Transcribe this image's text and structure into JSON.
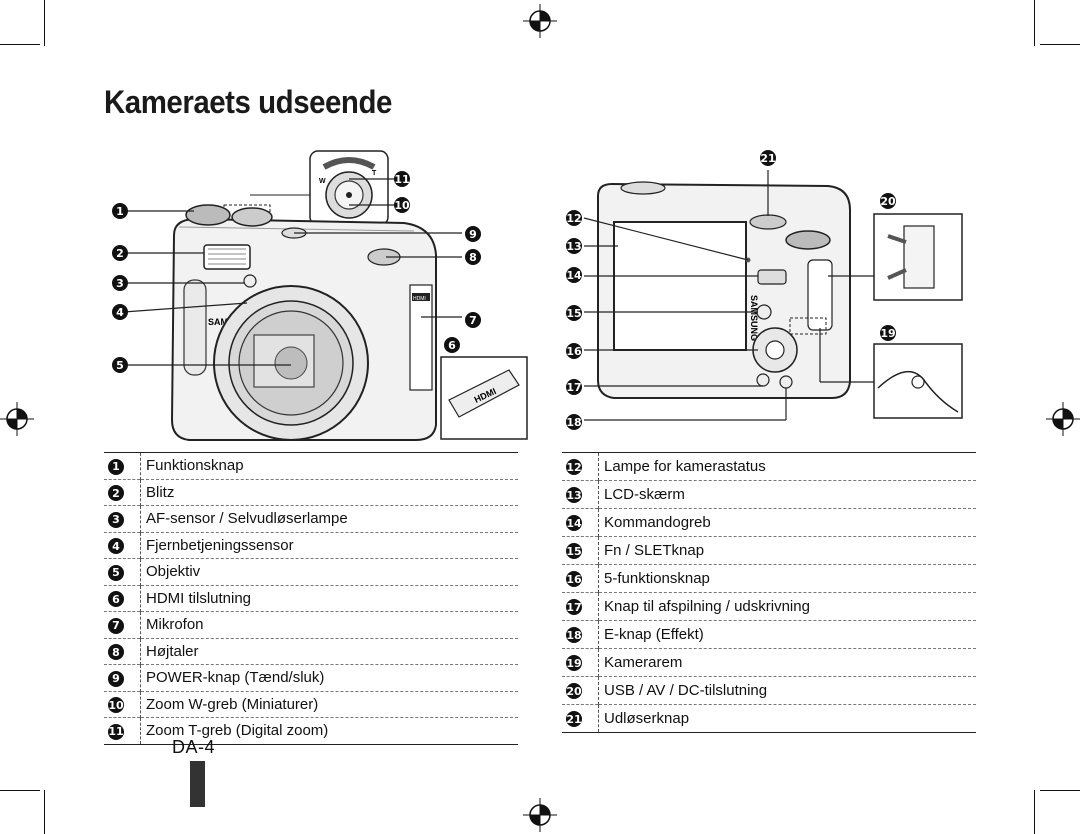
{
  "page": {
    "title": "Kameraets udseende",
    "page_number": "DA-4"
  },
  "figure_front": {
    "callouts": [
      "1",
      "2",
      "3",
      "4",
      "5",
      "6",
      "7",
      "8",
      "9",
      "10",
      "11"
    ],
    "brand_text": "SAMSUNG",
    "hdmi_text": "HDMI",
    "zoom_w": "W",
    "zoom_t": "T"
  },
  "figure_back": {
    "callouts": [
      "12",
      "13",
      "14",
      "15",
      "16",
      "17",
      "18",
      "19",
      "20",
      "21"
    ],
    "brand_text": "SAMSUNG"
  },
  "parts_left": [
    {
      "num": "1",
      "label": "Funktionsknap"
    },
    {
      "num": "2",
      "label": "Blitz"
    },
    {
      "num": "3",
      "label": "AF-sensor / Selvudløserlampe"
    },
    {
      "num": "4",
      "label": "Fjernbetjeningssensor"
    },
    {
      "num": "5",
      "label": "Objektiv"
    },
    {
      "num": "6",
      "label": "HDMI tilslutning"
    },
    {
      "num": "7",
      "label": "Mikrofon"
    },
    {
      "num": "8",
      "label": "Højtaler"
    },
    {
      "num": "9",
      "label": "POWER-knap (Tænd/sluk)"
    },
    {
      "num": "10",
      "label": "Zoom W-greb (Miniaturer)"
    },
    {
      "num": "11",
      "label": "Zoom T-greb (Digital zoom)"
    }
  ],
  "parts_right": [
    {
      "num": "12",
      "label": "Lampe for kamerastatus"
    },
    {
      "num": "13",
      "label": "LCD-skærm"
    },
    {
      "num": "14",
      "label": "Kommandogreb"
    },
    {
      "num": "15",
      "label": "Fn / SLETknap"
    },
    {
      "num": "16",
      "label": "5-funktionsknap"
    },
    {
      "num": "17",
      "label": "Knap til afspilning / udskrivning"
    },
    {
      "num": "18",
      "label": "E-knap (Effekt)"
    },
    {
      "num": "19",
      "label": "Kamerarem"
    },
    {
      "num": "20",
      "label": "USB / AV / DC-tilslutning"
    },
    {
      "num": "21",
      "label": "Udløserknap"
    }
  ]
}
